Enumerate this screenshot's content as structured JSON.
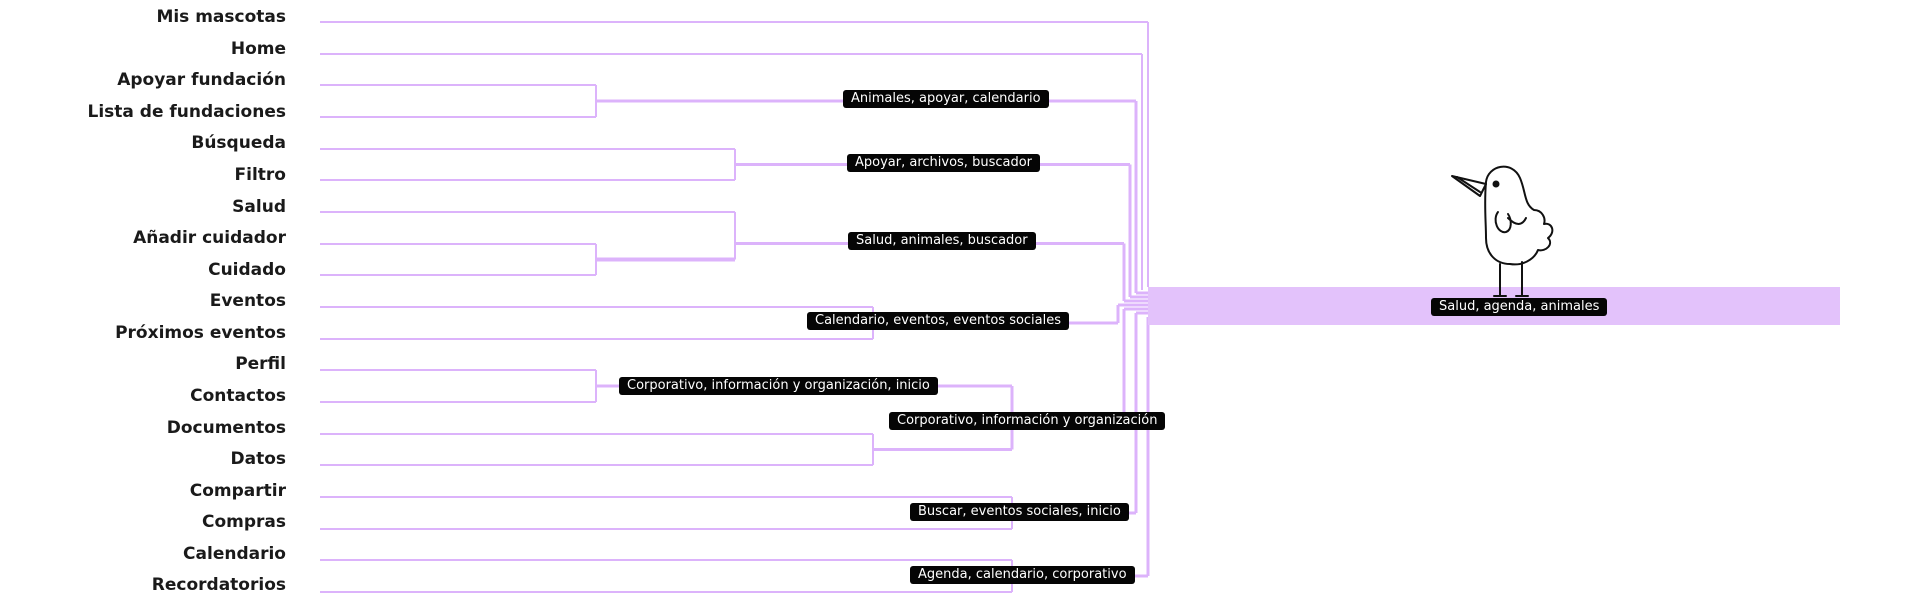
{
  "leaves": [
    "Mis mascotas",
    "Home",
    "Apoyar fundación",
    "Lista de fundaciones",
    "Búsqueda",
    "Filtro",
    "Salud",
    "Añadir cuidador",
    "Cuidado",
    "Eventos",
    "Próximos eventos",
    "Perfil",
    "Contactos",
    "Documentos",
    "Datos",
    "Compartir",
    "Compras",
    "Calendario",
    "Recordatorios"
  ],
  "groups": {
    "animales_apoyar": "Animales, apoyar, calendario",
    "apoyar_archivos": "Apoyar, archivos, buscador",
    "salud_animales": "Salud, animales, buscador",
    "calendario_eventos": "Calendario, eventos, eventos sociales",
    "corporativo_inicio": "Corporativo, información y organización, inicio",
    "corporativo_org": "Corporativo, información y organización",
    "buscar_eventos": "Buscar, eventos sociales, inicio",
    "agenda_calendario": "Agenda, calendario, corporativo"
  },
  "root": "Salud, agenda, animales",
  "colors": {
    "line": "#dcb3fb",
    "band": "#e3c2fb",
    "tag_bg": "#050505",
    "tag_text": "#ffffff"
  },
  "icons": {
    "mascot": "bird-doodle-icon"
  }
}
